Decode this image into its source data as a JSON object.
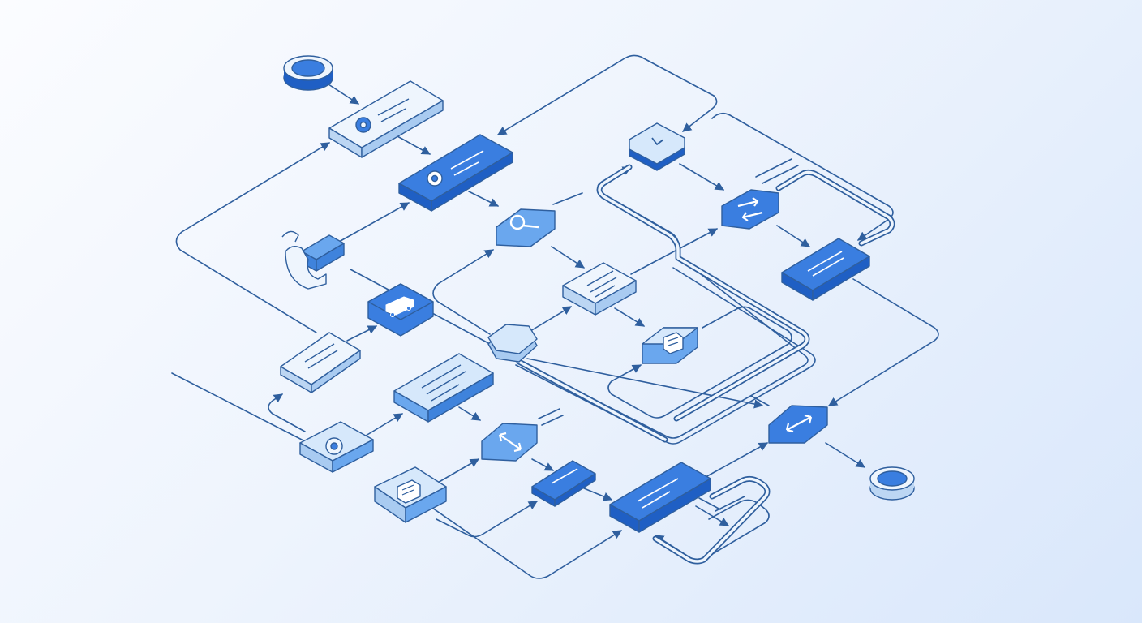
{
  "colors": {
    "background_start": "#fbfcff",
    "background_end": "#d9e7fb",
    "line": "#2f5f9e",
    "block_dark_top": "#3a7ee0",
    "block_dark_side": "#1f5fc4",
    "block_mid_top": "#6aa7ee",
    "block_mid_side": "#3f83dc",
    "block_light_top": "#d6e8fb",
    "block_light_side": "#a9cbf1",
    "block_white_top": "#eef5fd",
    "block_white_side": "#bcd6f3",
    "icon_on_dark": "#ffffff",
    "icon_on_light": "#2f5f9e"
  },
  "nodes": [
    {
      "id": "start-terminal",
      "kind": "terminal",
      "tone": "dark",
      "icon": "none"
    },
    {
      "id": "config-step-top",
      "kind": "block",
      "tone": "white",
      "icon": "gear-icon"
    },
    {
      "id": "config-step-main",
      "kind": "block",
      "tone": "dark",
      "icon": "gear-icon"
    },
    {
      "id": "search-step",
      "kind": "block",
      "tone": "mid",
      "icon": "magnifier-icon"
    },
    {
      "id": "approval-hexagon",
      "kind": "hexagon",
      "tone": "light",
      "icon": "check-icon"
    },
    {
      "id": "exchange-step-top",
      "kind": "block",
      "tone": "dark",
      "icon": "swap-arrows-icon"
    },
    {
      "id": "output-step-right",
      "kind": "block",
      "tone": "dark",
      "icon": "text-lines-icon"
    },
    {
      "id": "hand-input",
      "kind": "block",
      "tone": "mid",
      "icon": "hand-icon"
    },
    {
      "id": "transport-step",
      "kind": "block",
      "tone": "dark",
      "icon": "truck-icon"
    },
    {
      "id": "document-step-center",
      "kind": "block",
      "tone": "white",
      "icon": "text-lines-icon"
    },
    {
      "id": "document-step-small",
      "kind": "block",
      "tone": "light",
      "icon": "document-icon"
    },
    {
      "id": "note-step-left",
      "kind": "block",
      "tone": "white",
      "icon": "text-lines-icon"
    },
    {
      "id": "decision-hexagon",
      "kind": "hexagon",
      "tone": "light",
      "icon": "none"
    },
    {
      "id": "data-step-wide",
      "kind": "block",
      "tone": "light",
      "icon": "text-lines-icon"
    },
    {
      "id": "config-step-bottom",
      "kind": "block",
      "tone": "light",
      "icon": "gear-icon"
    },
    {
      "id": "resize-step",
      "kind": "block",
      "tone": "mid",
      "icon": "diagonal-arrows-icon"
    },
    {
      "id": "file-step-bottom",
      "kind": "block",
      "tone": "light",
      "icon": "document-icon"
    },
    {
      "id": "process-step-small",
      "kind": "block",
      "tone": "dark",
      "icon": "text-lines-icon"
    },
    {
      "id": "process-step-long",
      "kind": "block",
      "tone": "dark",
      "icon": "text-lines-icon"
    },
    {
      "id": "merge-step",
      "kind": "block",
      "tone": "dark",
      "icon": "diagonal-arrows-icon"
    },
    {
      "id": "end-terminal",
      "kind": "terminal",
      "tone": "dark",
      "icon": "none"
    }
  ]
}
